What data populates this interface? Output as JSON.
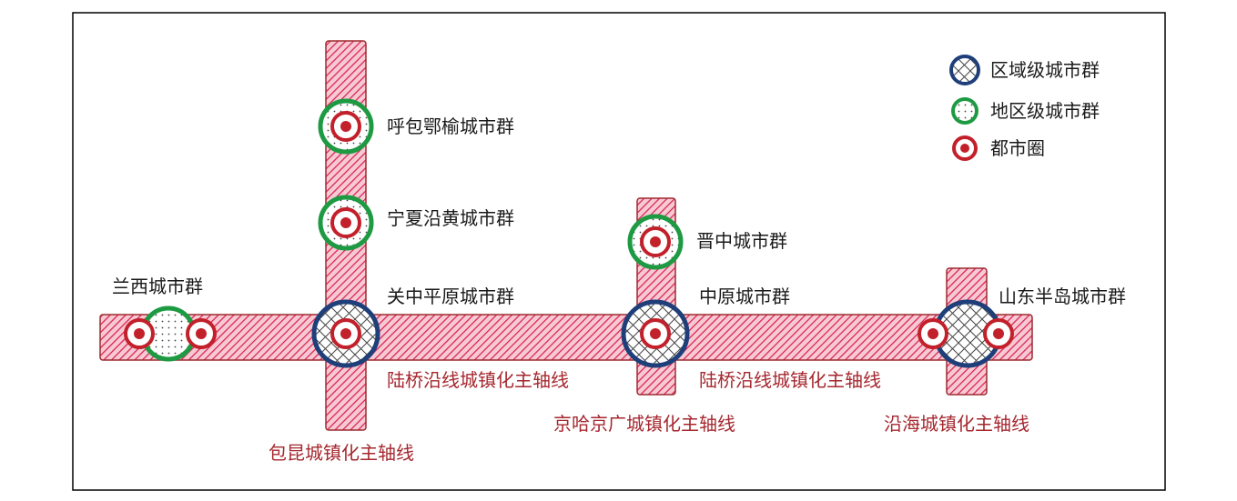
{
  "colors": {
    "axis_fill": "#f2b3c1",
    "axis_hatch": "#d81b50",
    "axis_border": "#9e2a2f",
    "regional_ring": "#1f3f7a",
    "subregional_ring": "#1e9a43",
    "metro_ring": "#c2202a",
    "axis_label": "#a5282f",
    "text": "#1a1a1a"
  },
  "legend": {
    "regional": "区域级城市群",
    "subregional": "地区级城市群",
    "metro": "都市圈"
  },
  "clusters": {
    "hubaoeyu": "呼包鄂榆城市群",
    "ningxia": "宁夏沿黄城市群",
    "jinzhong": "晋中城市群",
    "lanxi": "兰西城市群",
    "guanzhong": "关中平原城市群",
    "zhongyuan": "中原城市群",
    "shandong": "山东半岛城市群"
  },
  "axes": {
    "luqiao_1": "陆桥沿线城镇化主轴线",
    "luqiao_2": "陆桥沿线城镇化主轴线",
    "jinghaguang": "京哈京广城镇化主轴线",
    "baokun": "包昆城镇化主轴线",
    "coastal": "沿海城镇化主轴线"
  }
}
